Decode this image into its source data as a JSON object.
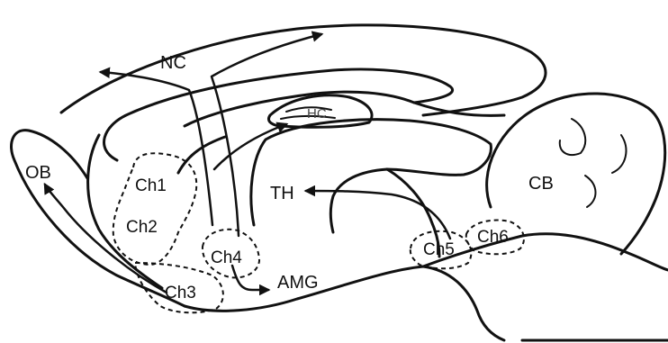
{
  "labels": {
    "nc": "NC",
    "hc": "HC",
    "ob": "OB",
    "th": "TH",
    "cb": "CB",
    "amg": "AMG"
  },
  "cell_groups": {
    "ch1": "Ch1",
    "ch2": "Ch2",
    "ch3": "Ch3",
    "ch4": "Ch4",
    "ch5": "Ch5",
    "ch6": "Ch6"
  }
}
